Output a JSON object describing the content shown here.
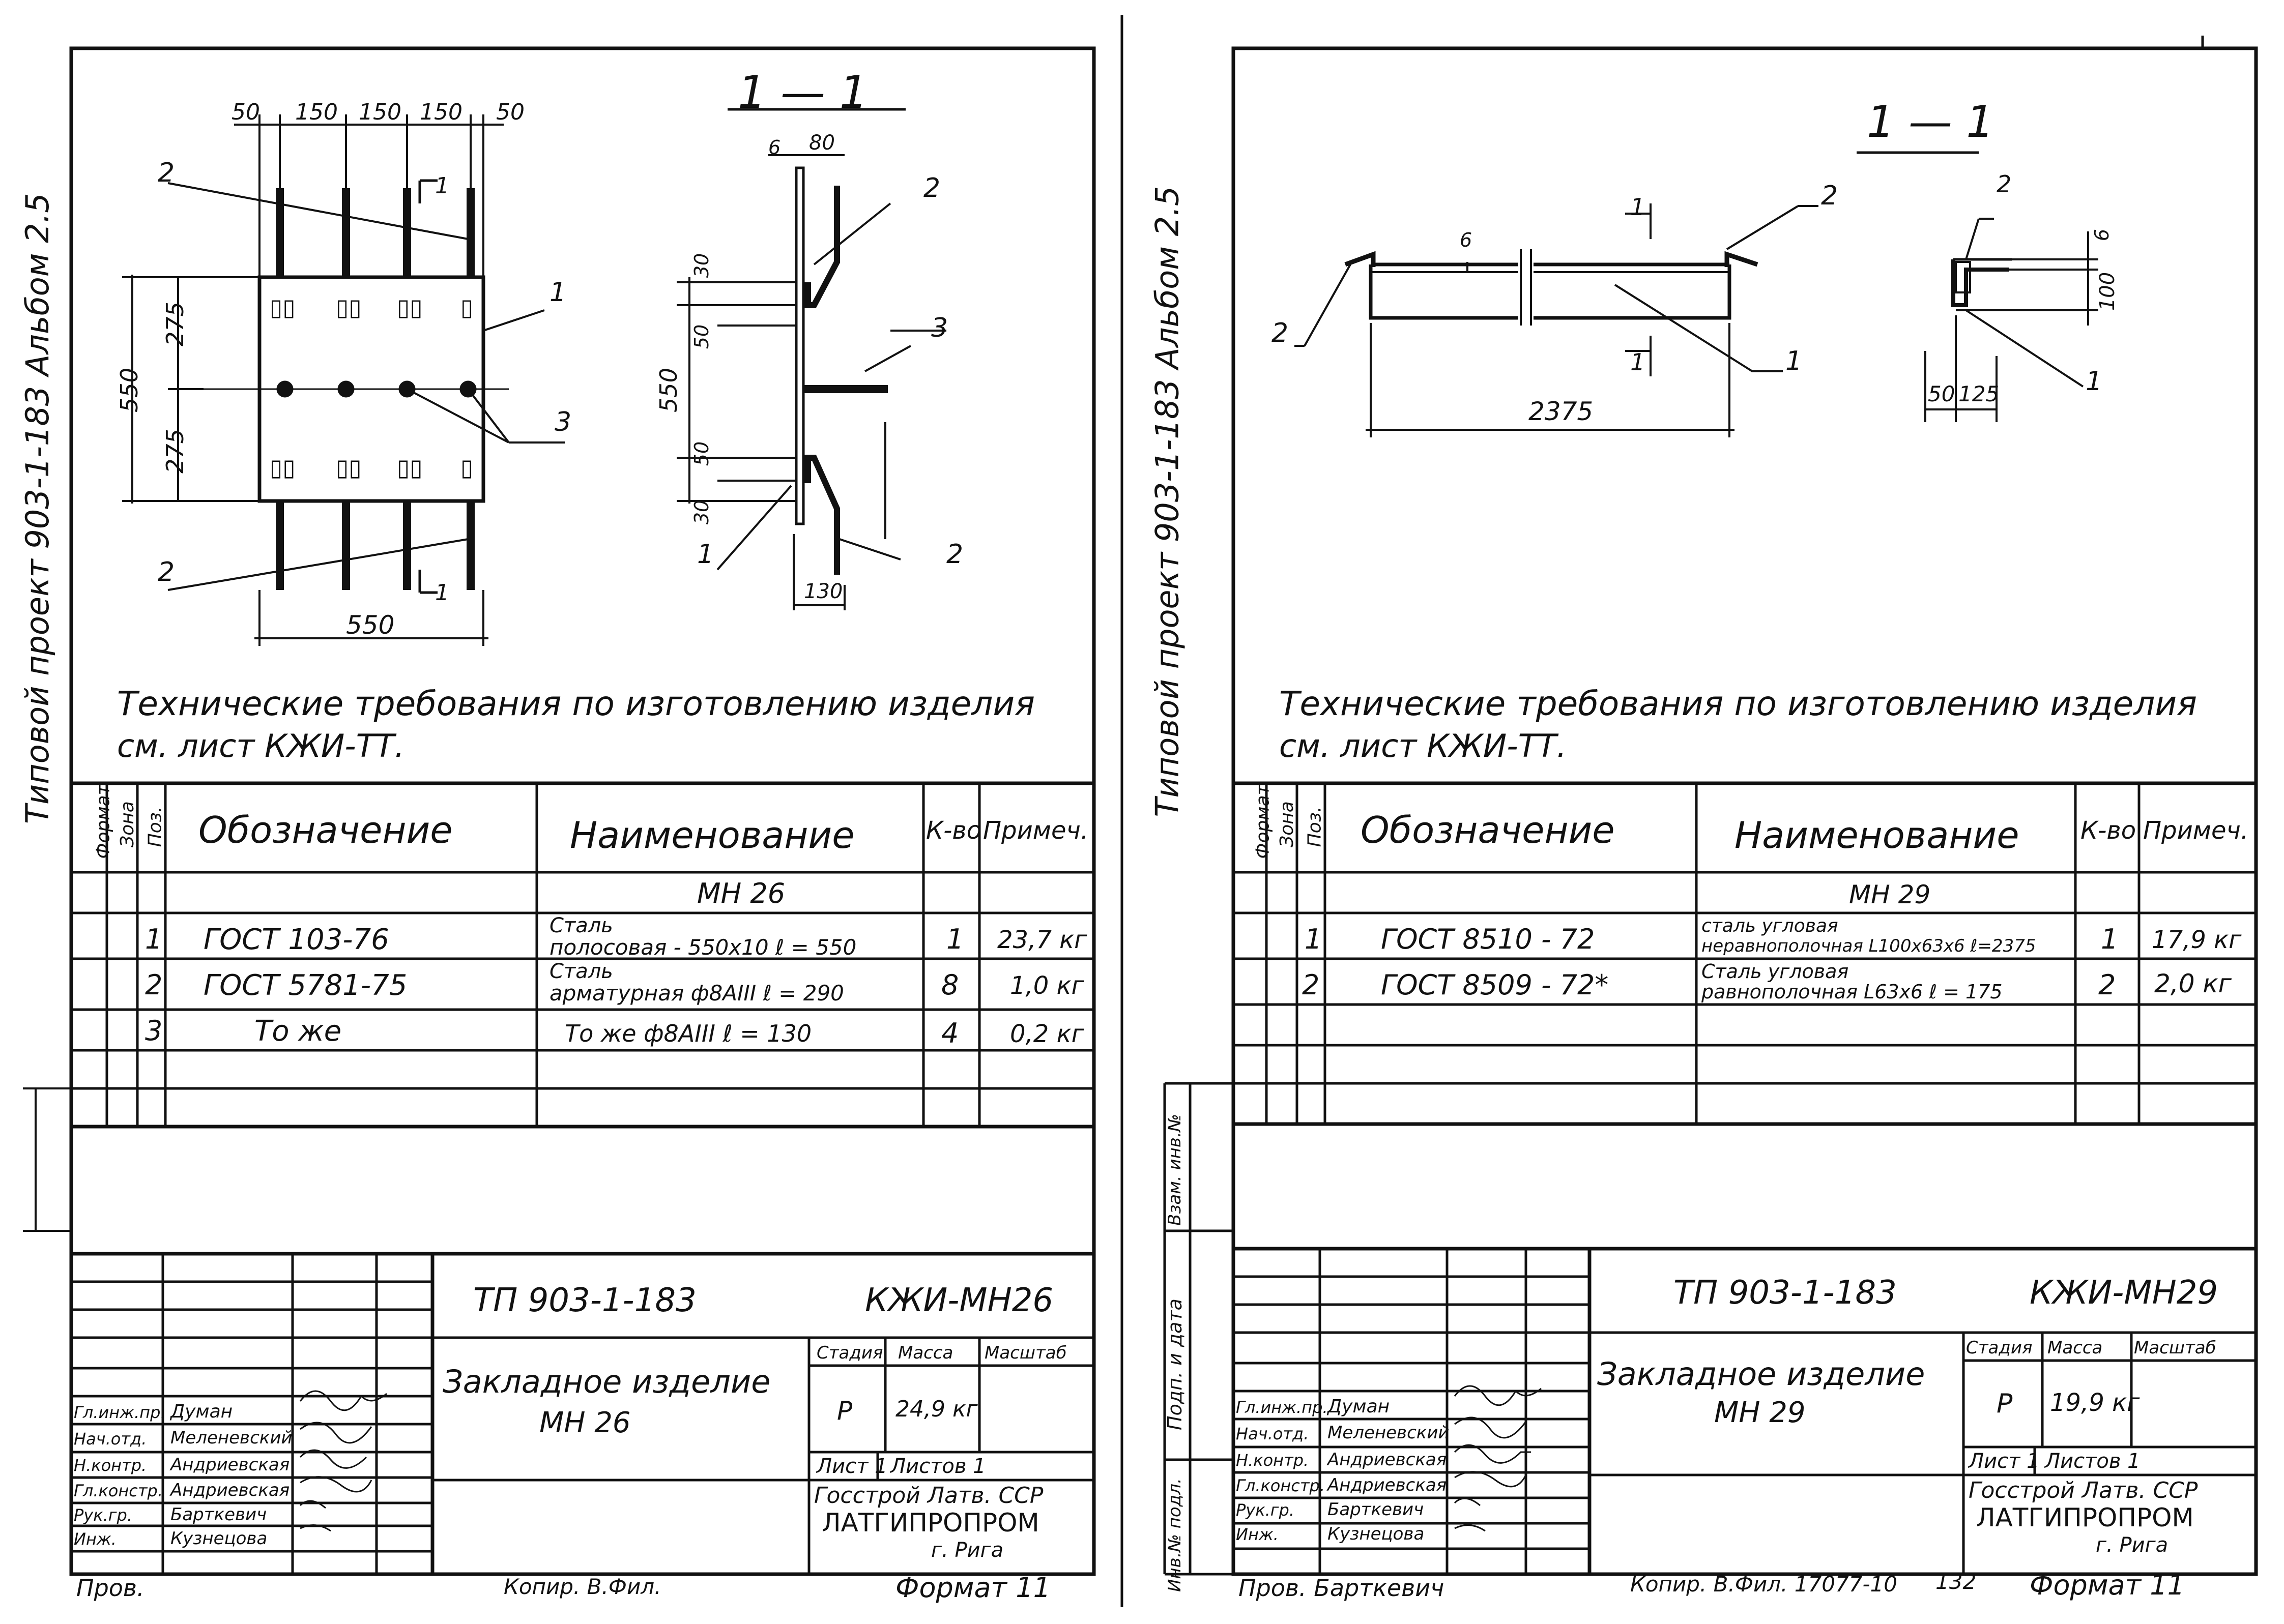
{
  "left": {
    "side_label": "Типовой проект 903-1-183 Альбом 2.5",
    "section_label": "1 — 1",
    "dims_top": [
      "50",
      "150",
      "150",
      "150",
      "50"
    ],
    "dim_275_a": "275",
    "dim_275_b": "275",
    "dim_550_v": "550",
    "dim_550_h": "550",
    "dim_550_side": "550",
    "dim_6": "6",
    "dim_80": "80",
    "dim_30_a": "30",
    "dim_50_a": "50",
    "dim_50_b": "50",
    "dim_30_b": "30",
    "dim_130": "130",
    "callouts": {
      "c1": "1",
      "c2": "2",
      "c3": "3",
      "c2b": "2",
      "c1s": "1",
      "c2s": "2",
      "c3s": "3",
      "c2sb": "2",
      "cut_a": "1",
      "cut_b": "1"
    },
    "tech_req": {
      "line1": "Технические требования по изготовлению изделия",
      "line2": "см. лист КЖИ-ТТ."
    },
    "spec": {
      "headers": {
        "format": "Формат",
        "zone": "Зона",
        "pos": "Поз.",
        "designation": "Обозначение",
        "name": "Наименование",
        "qty": "К-во",
        "note": "Примеч."
      },
      "group": "МН 26",
      "rows": [
        {
          "pos": "1",
          "designation": "ГОСТ 103-76",
          "name_l1": "Сталь",
          "name_l2": "полосовая - 550х10  ℓ = 550",
          "qty": "1",
          "note": "23,7 кг"
        },
        {
          "pos": "2",
          "designation": "ГОСТ 5781-75",
          "name_l1": "Сталь",
          "name_l2": "арматурная ф8АIII  ℓ = 290",
          "qty": "8",
          "note": "1,0 кг"
        },
        {
          "pos": "3",
          "designation": "То же",
          "name_l1": "",
          "name_l2": "То же     ф8АIII  ℓ = 130",
          "qty": "4",
          "note": "0,2 кг"
        }
      ]
    },
    "title_block": {
      "project": "ТП 903-1-183",
      "code": "КЖИ-МН26",
      "item_l1": "Закладное изделие",
      "item_l2": "МН 26",
      "stage_h": "Стадия",
      "mass_h": "Масса",
      "scale_h": "Масштаб",
      "stage": "Р",
      "mass": "24,9 кг",
      "sheet": "Лист 1",
      "sheets": "Листов 1",
      "org_l1": "Госстрой Латв. ССР",
      "org_l2": "ЛАТГИПРОПРОМ",
      "org_l3": "г. Рига",
      "roles": [
        "Гл.инж.пр.",
        "Нач.отд.",
        "Н.контр.",
        "Гл.констр.",
        "Рук.гр.",
        "Инж."
      ],
      "people": [
        "Думан",
        "Меленевский",
        "Андриевская",
        "Андриевская",
        "Барткевич",
        "Кузнецова"
      ],
      "footer_left": "Пров.",
      "footer_mid": "Копир. В.Фил.",
      "footer_right": "Формат 11"
    }
  },
  "right": {
    "side_label": "Типовой проект 903-1-183 Альбом 2.5",
    "section_label": "1 — 1",
    "dim_6": "6",
    "dim_2375": "2375",
    "dim_6b": "6",
    "dim_100": "100",
    "dim_50": "50",
    "dim_125": "125",
    "callouts": {
      "c2a": "2",
      "c2b": "2",
      "c1a": "1",
      "c2s": "2",
      "c1s": "1",
      "cut_a": "1",
      "cut_b": "1"
    },
    "tech_req": {
      "line1": "Технические требования по изготовлению изделия",
      "line2": "см. лист КЖИ-ТТ."
    },
    "spec": {
      "headers": {
        "format": "Формат",
        "zone": "Зона",
        "pos": "Поз.",
        "designation": "Обозначение",
        "name": "Наименование",
        "qty": "К-во",
        "note": "Примеч."
      },
      "group": "МН 29",
      "rows": [
        {
          "pos": "1",
          "designation": "ГОСТ 8510 - 72",
          "name_l1": "сталь угловая",
          "name_l2": "неравнополочная L100х63х6 ℓ=2375",
          "qty": "1",
          "note": "17,9 кг"
        },
        {
          "pos": "2",
          "designation": "ГОСТ 8509 - 72*",
          "name_l1": "Сталь угловая",
          "name_l2": "равнополочная L63х6  ℓ = 175",
          "qty": "2",
          "note": "2,0 кг"
        }
      ]
    },
    "stamp_cols": [
      "Инв.№ подл.",
      "Подп. и дата",
      "Взам. инв.№"
    ],
    "title_block": {
      "project": "ТП 903-1-183",
      "code": "КЖИ-МН29",
      "item_l1": "Закладное изделие",
      "item_l2": "МН 29",
      "stage_h": "Стадия",
      "mass_h": "Масса",
      "scale_h": "Масштаб",
      "stage": "Р",
      "mass": "19,9 кг",
      "sheet": "Лист 1",
      "sheets": "Листов 1",
      "org_l1": "Госстрой Латв. ССР",
      "org_l2": "ЛАТГИПРОПРОМ",
      "org_l3": "г. Рига",
      "roles": [
        "Гл.инж.пр.",
        "Нач.отд.",
        "Н.контр.",
        "Гл.констр.",
        "Рук.гр.",
        "Инж."
      ],
      "people": [
        "Думан",
        "Меленевский",
        "Андриевская",
        "Андриевская",
        "Барткевич",
        "Кузнецова"
      ],
      "footer_left": "Пров.  Барткевич",
      "footer_mid": "Копир. В.Фил.  17077-10",
      "footer_num": "132",
      "footer_right": "Формат 11"
    }
  }
}
